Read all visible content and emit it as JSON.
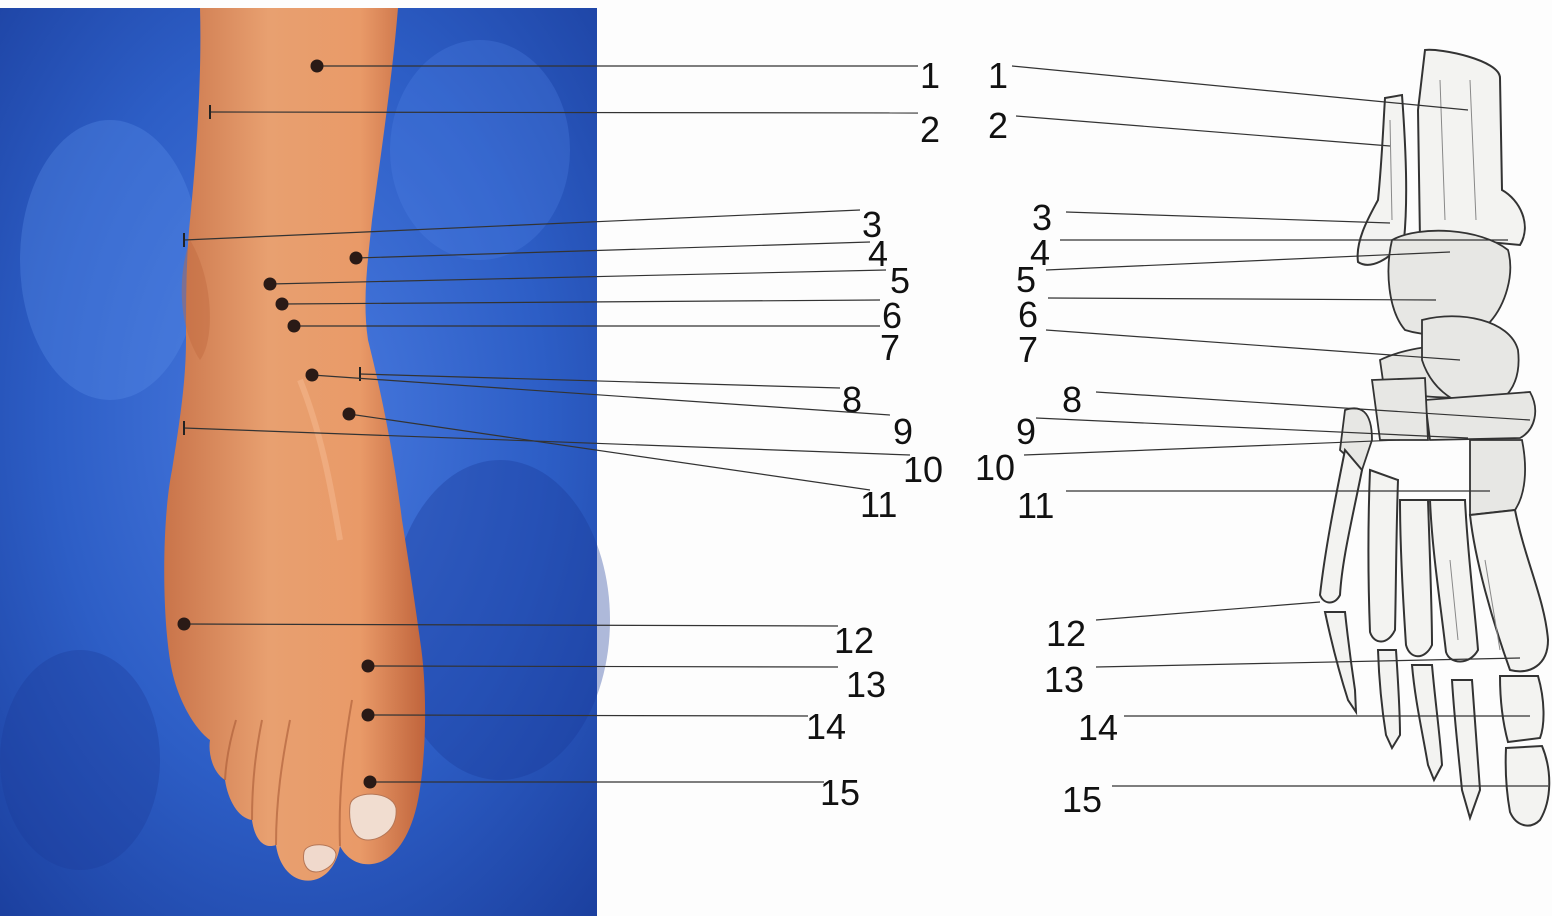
{
  "photo_labels": [
    "1",
    "2",
    "3",
    "4",
    "5",
    "6",
    "7",
    "8",
    "9",
    "10",
    "11",
    "12",
    "13",
    "14",
    "15"
  ],
  "drawing_labels": [
    "1",
    "2",
    "3",
    "4",
    "5",
    "6",
    "7",
    "8",
    "9",
    "10",
    "11",
    "12",
    "13",
    "14",
    "15"
  ],
  "colors": {
    "background_blue": "#2e5fc4",
    "skin": "#e29363",
    "label_text": "#111111",
    "leader_line": "#333333",
    "marker_dot": "#2a1a16"
  }
}
